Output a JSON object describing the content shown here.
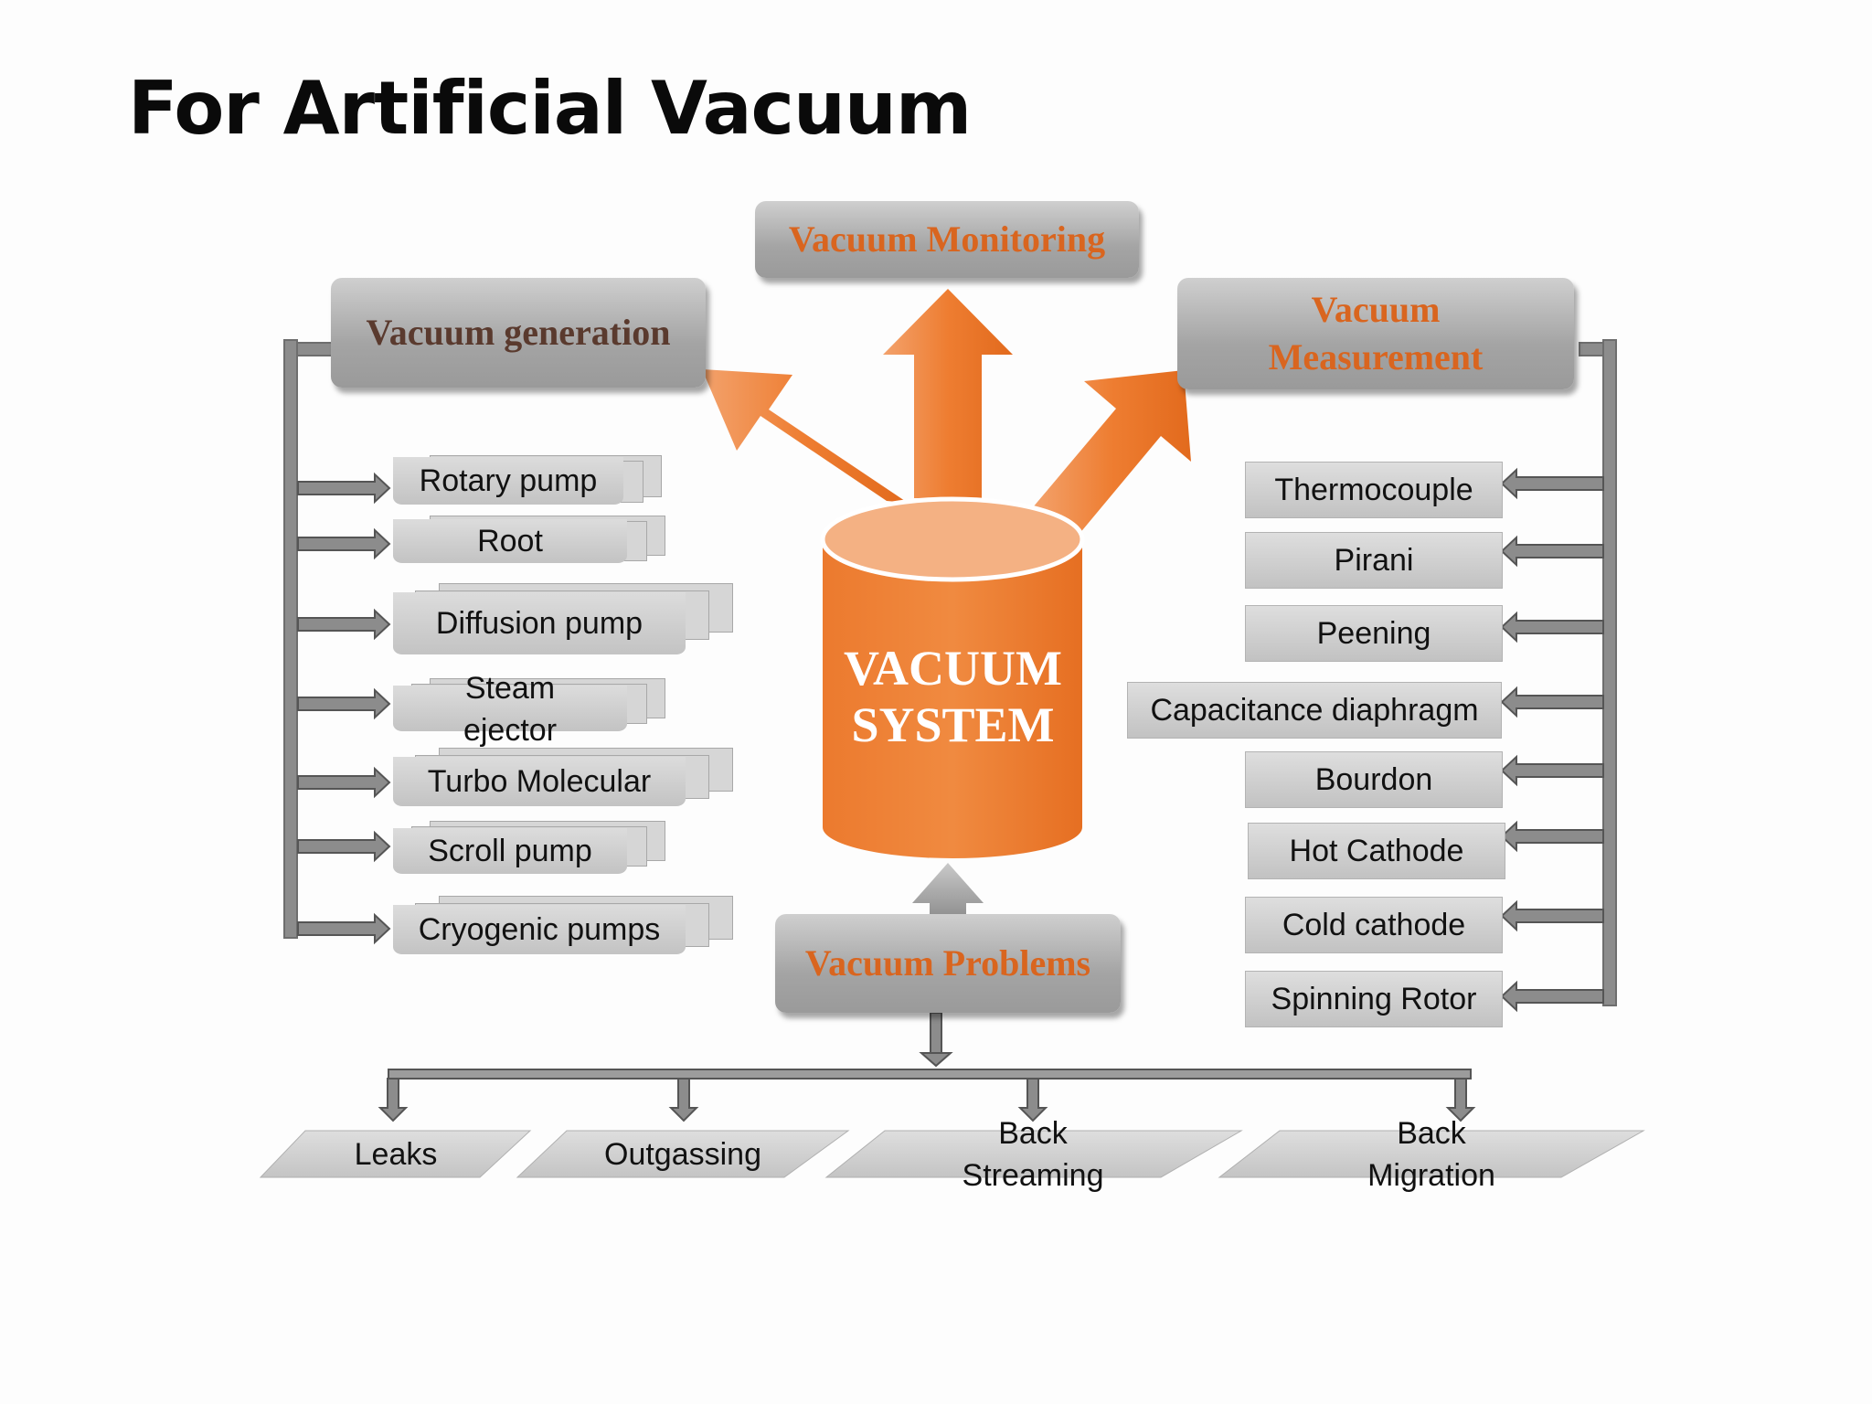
{
  "title": "For Artificial Vacuum",
  "center": {
    "line1": "VACUUM",
    "line2": "SYSTEM"
  },
  "headers": {
    "monitoring": "Vacuum Monitoring",
    "generation": "Vacuum generation",
    "measurement_line1": "Vacuum",
    "measurement_line2": "Measurement",
    "problems": "Vacuum Problems"
  },
  "generation_items": [
    {
      "label": "Rotary pump"
    },
    {
      "label": "Root"
    },
    {
      "label": "Diffusion pump"
    },
    {
      "label_line1": "Steam",
      "label_line2": "ejector"
    },
    {
      "label": "Turbo Molecular"
    },
    {
      "label": "Scroll pump"
    },
    {
      "label": "Cryogenic pumps"
    }
  ],
  "measurement_items": [
    {
      "label": "Thermocouple"
    },
    {
      "label": "Pirani"
    },
    {
      "label": "Peening"
    },
    {
      "label": "Capacitance diaphragm"
    },
    {
      "label": "Bourdon"
    },
    {
      "label": "Hot Cathode"
    },
    {
      "label": "Cold cathode"
    },
    {
      "label": "Spinning Rotor"
    }
  ],
  "problem_items": [
    {
      "label": "Leaks"
    },
    {
      "label": "Outgassing"
    },
    {
      "label_line1": "Back",
      "label_line2": "Streaming"
    },
    {
      "label_line1": "Back",
      "label_line2": "Migration"
    }
  ],
  "colors": {
    "accent_orange": "#ee7d31",
    "header_text_orange": "#d9651f",
    "header_text_dark": "#5a3a2e",
    "box_gray": "#c8c8c8",
    "connector_gray": "#8c8c8c"
  }
}
